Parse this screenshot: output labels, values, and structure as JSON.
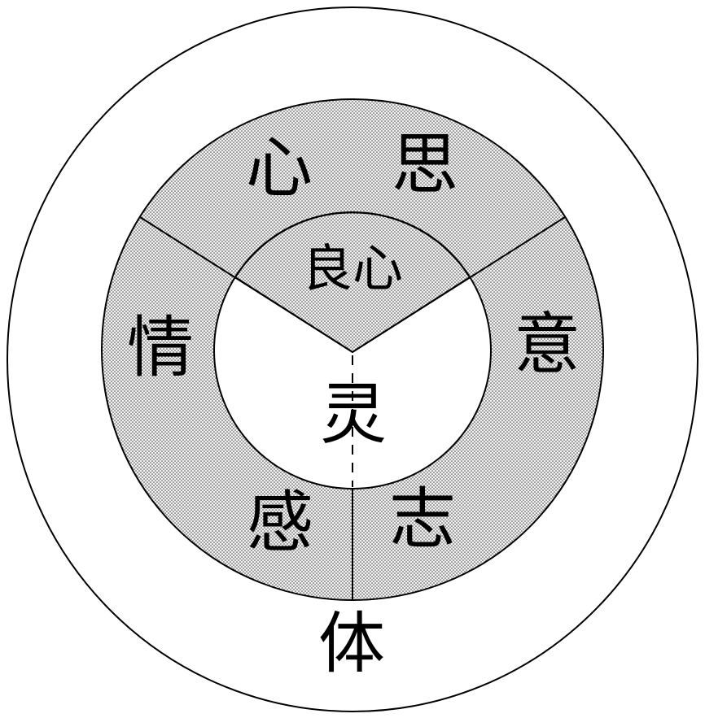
{
  "diagram": {
    "type": "concentric-circles-tripartite",
    "labels": {
      "mind_left": "心",
      "mind_right": "思",
      "conscience": "良心",
      "emotion": "情",
      "intention": "意",
      "spirit": "灵",
      "feeling": "感",
      "will": "志",
      "body": "体"
    },
    "colors": {
      "stroke": "#000000",
      "background": "#ffffff",
      "stipple_dot": "#474747",
      "stipple_background": "#f1f1f1"
    }
  }
}
